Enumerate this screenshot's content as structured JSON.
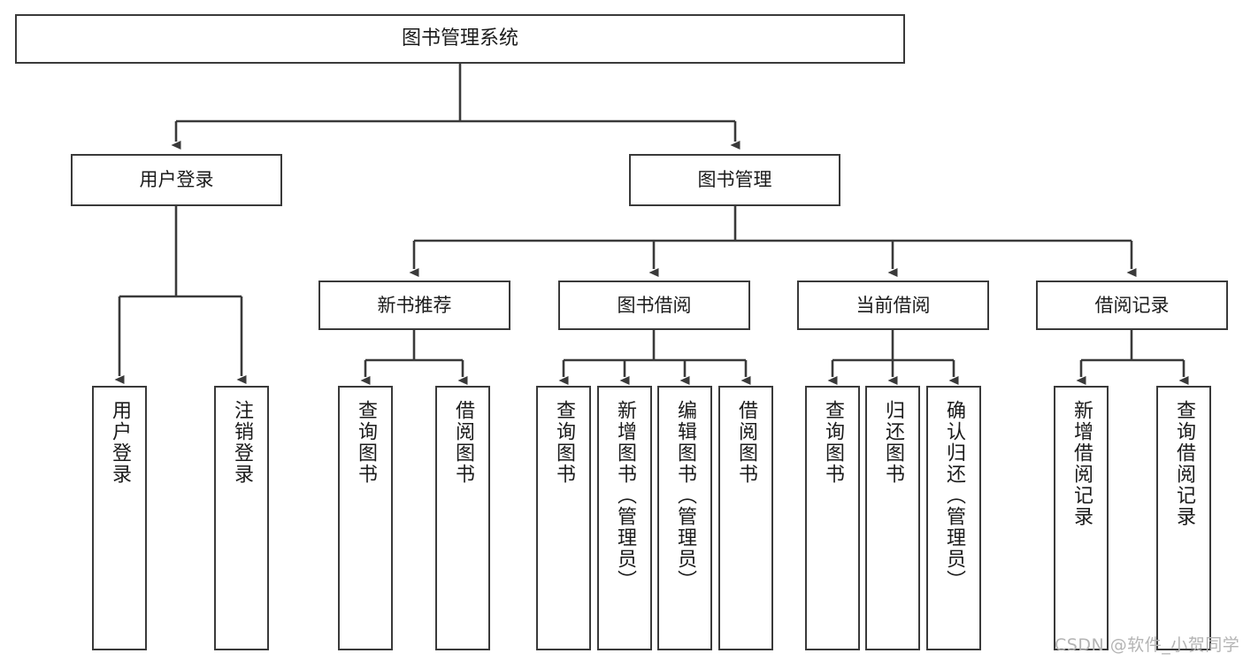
{
  "diagram": {
    "type": "tree",
    "title": "图书管理系统",
    "root": {
      "label": "图书管理系统"
    },
    "level2": [
      {
        "label": "用户登录"
      },
      {
        "label": "图书管理"
      }
    ],
    "level3": [
      {
        "label": "新书推荐"
      },
      {
        "label": "图书借阅"
      },
      {
        "label": "当前借阅"
      },
      {
        "label": "借阅记录"
      }
    ],
    "leaves": {
      "user_login": [
        {
          "label": "用户登录"
        },
        {
          "label": "注销登录"
        }
      ],
      "new_book_recommend": [
        {
          "label": "查询图书"
        },
        {
          "label": "借阅图书"
        }
      ],
      "book_borrow": [
        {
          "label": "查询图书"
        },
        {
          "label": "新增图书（管理员）"
        },
        {
          "label": "编辑图书（管理员）"
        },
        {
          "label": "借阅图书"
        }
      ],
      "current_borrow": [
        {
          "label": "查询图书"
        },
        {
          "label": "归还图书"
        },
        {
          "label": "确认归还（管理员）"
        }
      ],
      "borrow_record": [
        {
          "label": "新增借阅记录"
        },
        {
          "label": "查询借阅记录"
        }
      ]
    }
  },
  "watermark": {
    "text": "CSDN @软件_小贺同学"
  },
  "colors": {
    "stroke": "#3a3a3a",
    "background": "#ffffff",
    "text": "#1b1b1b",
    "watermark": "#b4b4b4"
  }
}
